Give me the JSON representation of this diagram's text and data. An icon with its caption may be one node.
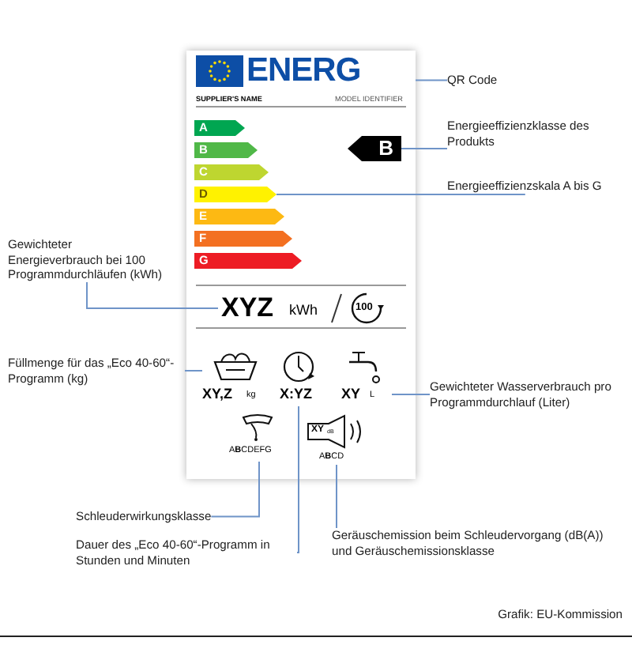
{
  "diagram": {
    "caption": "Grafik: EU-Kommission",
    "nodes": [
      {
        "text": [],
        "shape": "box"
      },
      {
        "text": [
          "A"
        ],
        "in": 0
      },
      {
        "text": [
          "B"
        ],
        "in": 0
      },
      {
        "text": [
          "C"
        ],
        "in": 0
      },
      {
        "text": [
          "D"
        ],
        "in": 0
      },
      {
        "text": [
          "E"
        ],
        "in": 0
      },
      {
        "text": [
          "F"
        ],
        "in": 0
      },
      {
        "text": [
          "G"
        ],
        "in": 0
      },
      {
        "text": [
          "B"
        ],
        "in": 0
      },
      {
        "text": [
          "XYZ",
          "kWh",
          "100"
        ],
        "in": 0
      },
      {
        "text": [
          "XY,Z",
          "kg"
        ],
        "in": 0
      },
      {
        "text": [
          "X:YZ"
        ],
        "in": 0
      },
      {
        "text": [
          "XY",
          "L"
        ],
        "in": 0
      },
      {
        "text": [
          "A**B**CDEFG"
        ],
        "in": 0
      },
      {
        "text": [
          "XY",
          "dB",
          "A**B**CD"
        ],
        "in": 0
      },
      {
        "text": [
          "QR Code"
        ]
      },
      {
        "text": [
          "Energieeffizienzklasse des Produkts"
        ]
      },
      {
        "text": [
          "Energieeffizienzskala A bis G"
        ]
      },
      {
        "text": [
          "Gewichteter Energieverbrauch bei 100 Programmdurchläufen (kWh)"
        ]
      },
      {
        "text": [
          "Füllmenge für das „Eco 40-60“-Programm (kg)"
        ]
      },
      {
        "text": [
          "Gewichteter Wasserverbrauch pro Programmdurchlauf (Liter)"
        ]
      },
      {
        "text": [
          "Schleuderwirkungsklasse"
        ]
      },
      {
        "text": [
          "Dauer des „Eco 40-60“-Programm in Stunden und Minuten"
        ]
      },
      {
        "text": [
          "Geräuschemission beim Schleudervorgang (dB(A)) und Geräuschemissionsklasse"
        ]
      }
    ],
    "edges": [
      {
        "from": 15,
        "to": 0,
        "arrow": "none"
      },
      {
        "from": 16,
        "to": 8,
        "arrow": "none"
      },
      {
        "from": 17,
        "to": 4,
        "arrow": "none"
      },
      {
        "from": 18,
        "to": 9,
        "arrow": "none"
      },
      {
        "from": 19,
        "to": 10,
        "arrow": "none"
      },
      {
        "from": 20,
        "to": 12,
        "arrow": "none"
      },
      {
        "from": 21,
        "to": 13,
        "arrow": "none"
      },
      {
        "from": 22,
        "to": 11,
        "arrow": "none"
      },
      {
        "from": 23,
        "to": 14,
        "arrow": "none"
      }
    ],
    "labels": [
      "ENERG",
      "SUPPLIER'S NAME",
      "MODEL IDENTIFIER"
    ]
  }
}
